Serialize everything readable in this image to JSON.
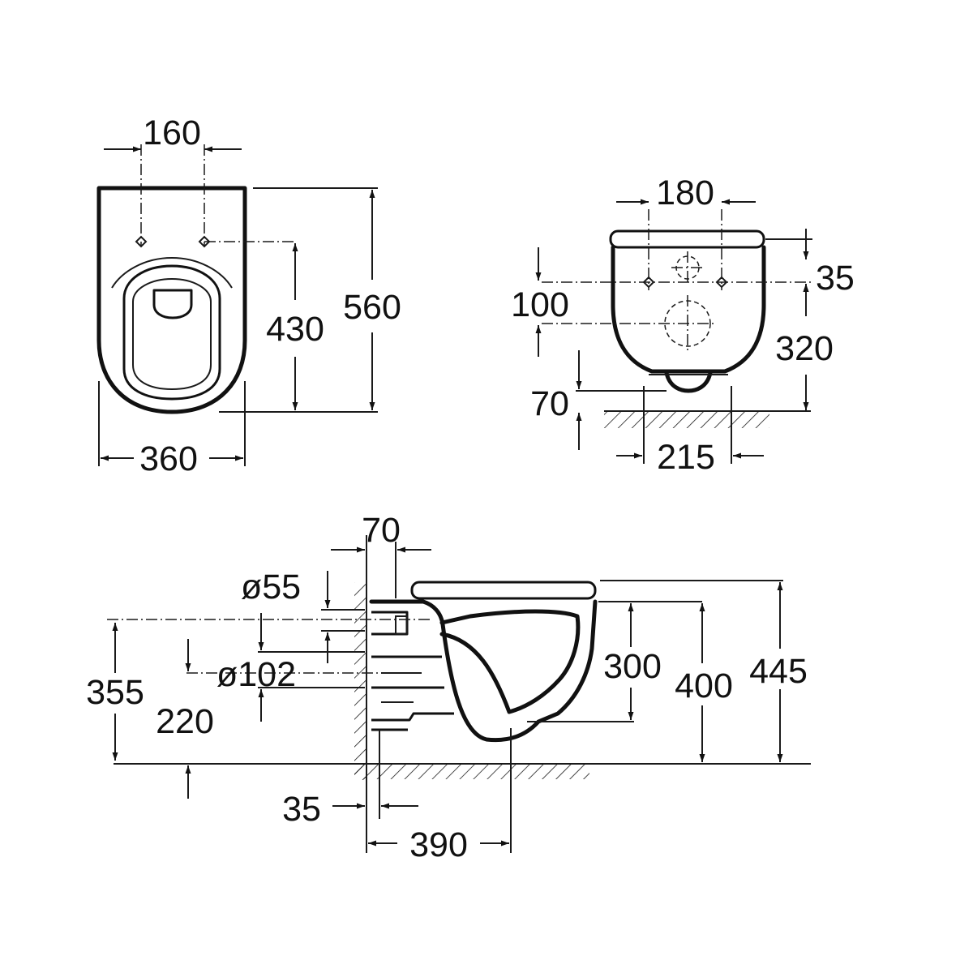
{
  "colors": {
    "line": "#111111",
    "background": "#ffffff"
  },
  "top_view": {
    "fixing_spacing": "160",
    "fixing_to_rear": "430",
    "length": "560",
    "width": "360"
  },
  "rear_view": {
    "fixing_spacing": "180",
    "fixing_below_top": "35",
    "waste_below_fixing": "100",
    "fixing_height": "320",
    "outlet_height": "70",
    "outlet_width": "215"
  },
  "side_view": {
    "wall_gap": "70",
    "inlet_diameter": "ø55",
    "outlet_diameter": "ø102",
    "inlet_height": "355",
    "outlet_height": "220",
    "bowl_height": "300",
    "rim_height": "400",
    "total_height": "445",
    "wall_offset": "35",
    "projection": "390"
  }
}
